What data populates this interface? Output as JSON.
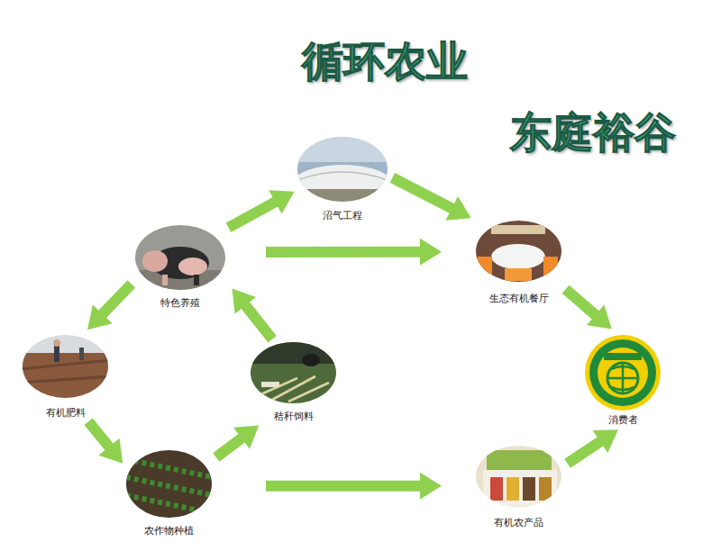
{
  "diagram": {
    "title": "循环农业",
    "nodes": [
      {
        "text": [
          "沼气工程"
        ]
      },
      {
        "text": [
          "特色养殖"
        ]
      },
      {
        "text": [
          "生态有机餐厅"
        ]
      },
      {
        "text": [
          "有机肥料"
        ]
      },
      {
        "text": [
          "秸秆饲料"
        ]
      },
      {
        "text": [
          "消费者"
        ]
      },
      {
        "text": [
          "农作物种植"
        ]
      },
      {
        "text": [
          "有机农产品"
        ]
      }
    ],
    "edges": [
      {
        "from": 1,
        "to": 0,
        "arrow": "to"
      },
      {
        "from": 0,
        "to": 2,
        "arrow": "to"
      },
      {
        "from": 1,
        "to": 2,
        "arrow": "to"
      },
      {
        "from": 1,
        "to": 3,
        "arrow": "to"
      },
      {
        "from": 3,
        "to": 6,
        "arrow": "to"
      },
      {
        "from": 6,
        "to": 4,
        "arrow": "to"
      },
      {
        "from": 4,
        "to": 1,
        "arrow": "to"
      },
      {
        "from": 6,
        "to": 7,
        "arrow": "to"
      },
      {
        "from": 2,
        "to": 5,
        "arrow": "to"
      },
      {
        "from": 7,
        "to": 5,
        "arrow": "to"
      }
    ],
    "labels": [
      "东庭裕谷"
    ]
  }
}
